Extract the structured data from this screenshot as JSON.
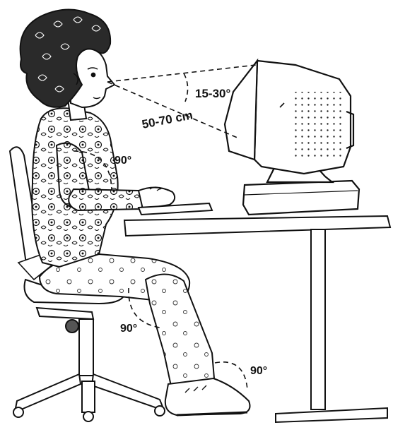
{
  "labels": {
    "viewing_angle": "15-30°",
    "viewing_distance": "50-70 cm",
    "elbow_angle": "90°",
    "knee_angle": "90°",
    "ankle_angle": "90°"
  },
  "colors": {
    "ink": "#111111",
    "paper": "#ffffff",
    "shade": "#d9d9d9"
  }
}
